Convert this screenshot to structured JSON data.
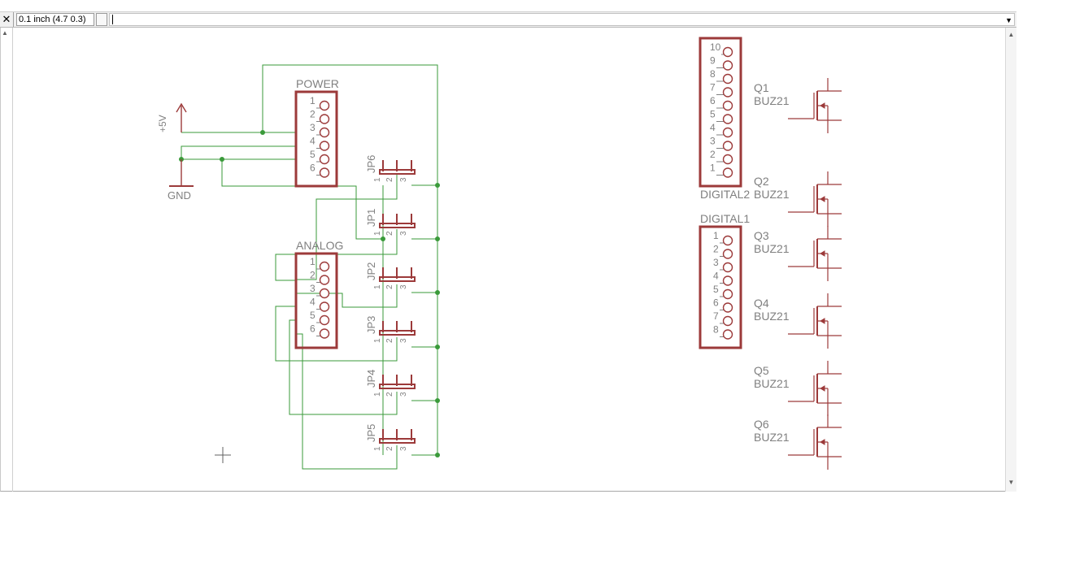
{
  "toolbar": {
    "close_symbol": "✕",
    "grid_value": "0.1 inch (4.7 0.3)",
    "command_value": ""
  },
  "icons": {
    "close": "close-icon",
    "dropdown": "chevron-down-icon",
    "scroll_up": "chevron-up-icon",
    "scroll_down": "chevron-down-icon",
    "cursor": "crosshair-icon"
  },
  "colors": {
    "wire": "#3a9a3a",
    "part": "#9c3a3a",
    "label": "#808080"
  },
  "schematic": {
    "supply_5v": "+5V",
    "gnd": "GND",
    "power_header": {
      "name": "POWER",
      "pins": [
        "1",
        "2",
        "3",
        "4",
        "5",
        "6"
      ]
    },
    "analog_header": {
      "name": "ANALOG",
      "pins": [
        "1",
        "2",
        "3",
        "4",
        "5",
        "6"
      ]
    },
    "digital2_header": {
      "name": "DIGITAL2",
      "pins": [
        "10",
        "9",
        "8",
        "7",
        "6",
        "5",
        "4",
        "3",
        "2",
        "1"
      ]
    },
    "digital1_header": {
      "name": "DIGITAL1",
      "pins": [
        "1",
        "2",
        "3",
        "4",
        "5",
        "6",
        "7",
        "8"
      ]
    },
    "jumpers": [
      {
        "name": "JP6",
        "pins": [
          "1",
          "2",
          "3"
        ]
      },
      {
        "name": "JP1",
        "pins": [
          "1",
          "2",
          "3"
        ]
      },
      {
        "name": "JP2",
        "pins": [
          "1",
          "2",
          "3"
        ]
      },
      {
        "name": "JP3",
        "pins": [
          "1",
          "2",
          "3"
        ]
      },
      {
        "name": "JP4",
        "pins": [
          "1",
          "2",
          "3"
        ]
      },
      {
        "name": "JP5",
        "pins": [
          "1",
          "2",
          "3"
        ]
      }
    ],
    "transistors": [
      {
        "ref": "Q1",
        "value": "BUZ21"
      },
      {
        "ref": "Q2",
        "value": "BUZ21"
      },
      {
        "ref": "Q3",
        "value": "BUZ21"
      },
      {
        "ref": "Q4",
        "value": "BUZ21"
      },
      {
        "ref": "Q5",
        "value": "BUZ21"
      },
      {
        "ref": "Q6",
        "value": "BUZ21"
      }
    ]
  }
}
